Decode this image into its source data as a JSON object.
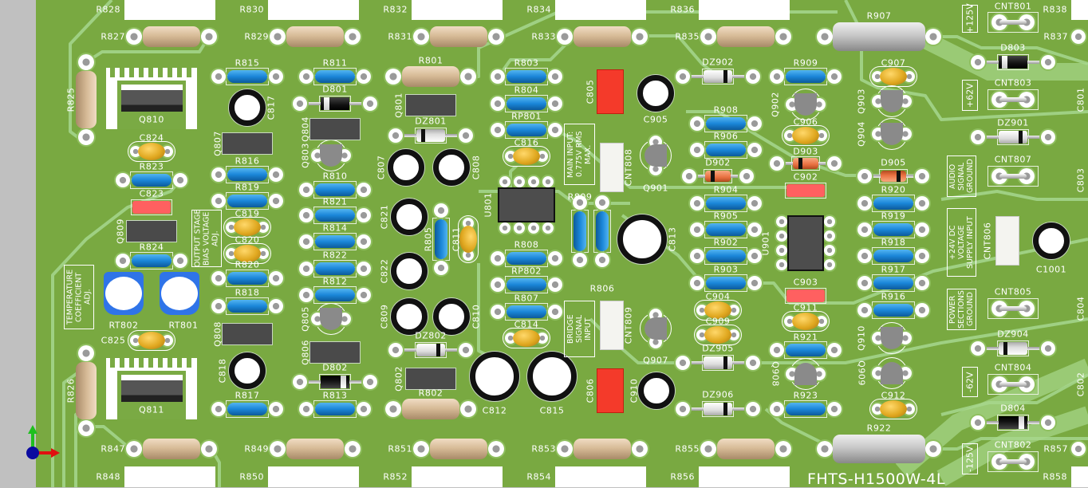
{
  "board": {
    "title": "FHTS-H1500W-4L"
  },
  "colors": {
    "board": "#79a941",
    "trace": "#9fd083",
    "resistor": "#1a86d8",
    "film_cap": "#f43a2a",
    "ceramic_cap": "#e0a820",
    "background": "#c0c0c0"
  },
  "notes": [
    {
      "lines": [
        "TEMPERATURE",
        "COEFFICIENT",
        "ADJ."
      ]
    },
    {
      "lines": [
        "OUTPUT STAGE",
        "BIAS VOLTAGE",
        "ADJ."
      ]
    },
    {
      "lines": [
        "MAIN INPUT:",
        "0.775V RMS",
        "MAX."
      ]
    },
    {
      "lines": [
        "BRIDGE",
        "SIGNAL",
        "INPUT"
      ]
    },
    {
      "lines": [
        "+125V"
      ]
    },
    {
      "lines": [
        "+62V"
      ]
    },
    {
      "lines": [
        "AUDIO",
        "SIGNAL",
        "GROUND"
      ]
    },
    {
      "lines": [
        "+24V DC",
        "VOLTAGE",
        "SUPPLY INPUT"
      ]
    },
    {
      "lines": [
        "POWER",
        "SECTIONS",
        "GROUND"
      ]
    },
    {
      "lines": [
        "-62V"
      ]
    },
    {
      "lines": [
        "-125V"
      ]
    }
  ],
  "components": [
    {
      "ref": "R828",
      "kind": "offboard-resistor"
    },
    {
      "ref": "R830",
      "kind": "offboard-resistor"
    },
    {
      "ref": "R832",
      "kind": "offboard-resistor"
    },
    {
      "ref": "R834",
      "kind": "offboard-resistor"
    },
    {
      "ref": "R836",
      "kind": "offboard-resistor"
    },
    {
      "ref": "R838",
      "kind": "offboard-resistor"
    },
    {
      "ref": "R848",
      "kind": "offboard-resistor"
    },
    {
      "ref": "R850",
      "kind": "offboard-resistor"
    },
    {
      "ref": "R852",
      "kind": "offboard-resistor"
    },
    {
      "ref": "R854",
      "kind": "offboard-resistor"
    },
    {
      "ref": "R856",
      "kind": "offboard-resistor"
    },
    {
      "ref": "R858",
      "kind": "offboard-resistor"
    },
    {
      "ref": "R827",
      "kind": "power-resistor"
    },
    {
      "ref": "R829",
      "kind": "power-resistor"
    },
    {
      "ref": "R831",
      "kind": "power-resistor"
    },
    {
      "ref": "R833",
      "kind": "power-resistor"
    },
    {
      "ref": "R835",
      "kind": "power-resistor"
    },
    {
      "ref": "R837",
      "kind": "power-resistor"
    },
    {
      "ref": "R847",
      "kind": "power-resistor"
    },
    {
      "ref": "R849",
      "kind": "power-resistor"
    },
    {
      "ref": "R851",
      "kind": "power-resistor"
    },
    {
      "ref": "R853",
      "kind": "power-resistor"
    },
    {
      "ref": "R855",
      "kind": "power-resistor"
    },
    {
      "ref": "R857",
      "kind": "power-resistor"
    },
    {
      "ref": "R825",
      "kind": "power-resistor"
    },
    {
      "ref": "R826",
      "kind": "power-resistor"
    },
    {
      "ref": "R801",
      "kind": "power-resistor"
    },
    {
      "ref": "R802",
      "kind": "power-resistor"
    },
    {
      "ref": "R907",
      "kind": "wirewound-resistor"
    },
    {
      "ref": "R922",
      "kind": "wirewound-resistor"
    },
    {
      "ref": "Q810",
      "kind": "power-transistor-heatsink"
    },
    {
      "ref": "Q811",
      "kind": "power-transistor-heatsink"
    },
    {
      "ref": "R815",
      "kind": "resistor"
    },
    {
      "ref": "R811",
      "kind": "resistor"
    },
    {
      "ref": "R816",
      "kind": "resistor"
    },
    {
      "ref": "R819",
      "kind": "resistor"
    },
    {
      "ref": "R823",
      "kind": "resistor"
    },
    {
      "ref": "R824",
      "kind": "resistor"
    },
    {
      "ref": "R820",
      "kind": "resistor"
    },
    {
      "ref": "R818",
      "kind": "resistor"
    },
    {
      "ref": "R817",
      "kind": "resistor"
    },
    {
      "ref": "R810",
      "kind": "resistor"
    },
    {
      "ref": "R821",
      "kind": "resistor"
    },
    {
      "ref": "R814",
      "kind": "resistor"
    },
    {
      "ref": "R822",
      "kind": "resistor"
    },
    {
      "ref": "R812",
      "kind": "resistor"
    },
    {
      "ref": "R813",
      "kind": "resistor"
    },
    {
      "ref": "R803",
      "kind": "resistor"
    },
    {
      "ref": "R804",
      "kind": "resistor"
    },
    {
      "ref": "RP801",
      "kind": "resistor"
    },
    {
      "ref": "R808",
      "kind": "resistor"
    },
    {
      "ref": "RP802",
      "kind": "resistor"
    },
    {
      "ref": "R807",
      "kind": "resistor"
    },
    {
      "ref": "R805",
      "kind": "resistor"
    },
    {
      "ref": "R809",
      "kind": "resistor"
    },
    {
      "ref": "R806",
      "kind": "resistor"
    },
    {
      "ref": "R909",
      "kind": "resistor"
    },
    {
      "ref": "R908",
      "kind": "resistor"
    },
    {
      "ref": "R906",
      "kind": "resistor"
    },
    {
      "ref": "R904",
      "kind": "resistor"
    },
    {
      "ref": "R905",
      "kind": "resistor"
    },
    {
      "ref": "R902",
      "kind": "resistor"
    },
    {
      "ref": "R903",
      "kind": "resistor"
    },
    {
      "ref": "R921",
      "kind": "resistor"
    },
    {
      "ref": "R923",
      "kind": "resistor"
    },
    {
      "ref": "R920",
      "kind": "resistor"
    },
    {
      "ref": "R919",
      "kind": "resistor"
    },
    {
      "ref": "R918",
      "kind": "resistor"
    },
    {
      "ref": "R917",
      "kind": "resistor"
    },
    {
      "ref": "R916",
      "kind": "resistor"
    },
    {
      "ref": "D801",
      "kind": "diode"
    },
    {
      "ref": "D802",
      "kind": "diode"
    },
    {
      "ref": "D803",
      "kind": "diode"
    },
    {
      "ref": "D804",
      "kind": "diode"
    },
    {
      "ref": "DZ801",
      "kind": "zener"
    },
    {
      "ref": "DZ802",
      "kind": "zener"
    },
    {
      "ref": "DZ902",
      "kind": "zener"
    },
    {
      "ref": "DZ905",
      "kind": "zener"
    },
    {
      "ref": "DZ906",
      "kind": "zener"
    },
    {
      "ref": "DZ901",
      "kind": "zener"
    },
    {
      "ref": "DZ904",
      "kind": "zener"
    },
    {
      "ref": "D902",
      "kind": "small-diode"
    },
    {
      "ref": "D903",
      "kind": "small-diode"
    },
    {
      "ref": "D905",
      "kind": "small-diode"
    },
    {
      "ref": "C824",
      "kind": "ceramic-cap"
    },
    {
      "ref": "C825",
      "kind": "ceramic-cap"
    },
    {
      "ref": "C819",
      "kind": "ceramic-cap"
    },
    {
      "ref": "C820",
      "kind": "ceramic-cap"
    },
    {
      "ref": "C816",
      "kind": "ceramic-cap"
    },
    {
      "ref": "C811",
      "kind": "ceramic-cap"
    },
    {
      "ref": "C814",
      "kind": "ceramic-cap"
    },
    {
      "ref": "C907",
      "kind": "ceramic-cap"
    },
    {
      "ref": "C906",
      "kind": "ceramic-cap"
    },
    {
      "ref": "C904",
      "kind": "ceramic-cap"
    },
    {
      "ref": "C909",
      "kind": "ceramic-cap"
    },
    {
      "ref": "C911",
      "kind": "ceramic-cap"
    },
    {
      "ref": "C912",
      "kind": "ceramic-cap"
    },
    {
      "ref": "C805",
      "kind": "film-cap"
    },
    {
      "ref": "C806",
      "kind": "film-cap"
    },
    {
      "ref": "C823",
      "kind": "film-cap-small"
    },
    {
      "ref": "C902",
      "kind": "film-cap-small"
    },
    {
      "ref": "C903",
      "kind": "film-cap-small"
    },
    {
      "ref": "C817",
      "kind": "electrolytic-cap"
    },
    {
      "ref": "C818",
      "kind": "electrolytic-cap"
    },
    {
      "ref": "C905",
      "kind": "electrolytic-cap"
    },
    {
      "ref": "C807",
      "kind": "electrolytic-cap"
    },
    {
      "ref": "C808",
      "kind": "electrolytic-cap"
    },
    {
      "ref": "C821",
      "kind": "electrolytic-cap"
    },
    {
      "ref": "C822",
      "kind": "electrolytic-cap"
    },
    {
      "ref": "C809",
      "kind": "electrolytic-cap"
    },
    {
      "ref": "C810",
      "kind": "electrolytic-cap"
    },
    {
      "ref": "C812",
      "kind": "electrolytic-cap"
    },
    {
      "ref": "C815",
      "kind": "electrolytic-cap"
    },
    {
      "ref": "C813",
      "kind": "electrolytic-cap"
    },
    {
      "ref": "C910",
      "kind": "electrolytic-cap"
    },
    {
      "ref": "C1001",
      "kind": "electrolytic-cap"
    },
    {
      "ref": "C801",
      "kind": "electrolytic-cap"
    },
    {
      "ref": "C803",
      "kind": "electrolytic-cap"
    },
    {
      "ref": "C804",
      "kind": "electrolytic-cap"
    },
    {
      "ref": "C802",
      "kind": "electrolytic-cap"
    },
    {
      "ref": "Q803",
      "kind": "to92-transistor"
    },
    {
      "ref": "Q805",
      "kind": "to92-transistor"
    },
    {
      "ref": "Q901",
      "kind": "to92-transistor"
    },
    {
      "ref": "Q907",
      "kind": "to92-transistor"
    },
    {
      "ref": "Q902",
      "kind": "to92-transistor"
    },
    {
      "ref": "Q903",
      "kind": "to92-transistor"
    },
    {
      "ref": "Q904",
      "kind": "to92-transistor"
    },
    {
      "ref": "Q908",
      "kind": "to92-transistor"
    },
    {
      "ref": "Q909",
      "kind": "to92-transistor"
    },
    {
      "ref": "Q910",
      "kind": "to92-transistor"
    },
    {
      "ref": "Q807",
      "kind": "to126-transistor"
    },
    {
      "ref": "Q804",
      "kind": "to126-transistor"
    },
    {
      "ref": "Q809",
      "kind": "to126-transistor"
    },
    {
      "ref": "Q808",
      "kind": "to126-transistor"
    },
    {
      "ref": "Q806",
      "kind": "to126-transistor"
    },
    {
      "ref": "Q801",
      "kind": "to126-transistor"
    },
    {
      "ref": "Q802",
      "kind": "to126-transistor"
    },
    {
      "ref": "U801",
      "kind": "dip8-ic"
    },
    {
      "ref": "U901",
      "kind": "dip8-ic"
    },
    {
      "ref": "RT802",
      "kind": "trimmer"
    },
    {
      "ref": "RT801",
      "kind": "trimmer"
    },
    {
      "ref": "CNT808",
      "kind": "header-connector"
    },
    {
      "ref": "CNT809",
      "kind": "header-connector"
    },
    {
      "ref": "CNT806",
      "kind": "header-connector"
    },
    {
      "ref": "CNT801",
      "kind": "terminal"
    },
    {
      "ref": "CNT803",
      "kind": "terminal"
    },
    {
      "ref": "CNT807",
      "kind": "terminal"
    },
    {
      "ref": "CNT805",
      "kind": "terminal"
    },
    {
      "ref": "CNT804",
      "kind": "terminal"
    },
    {
      "ref": "CNT802",
      "kind": "terminal"
    }
  ]
}
